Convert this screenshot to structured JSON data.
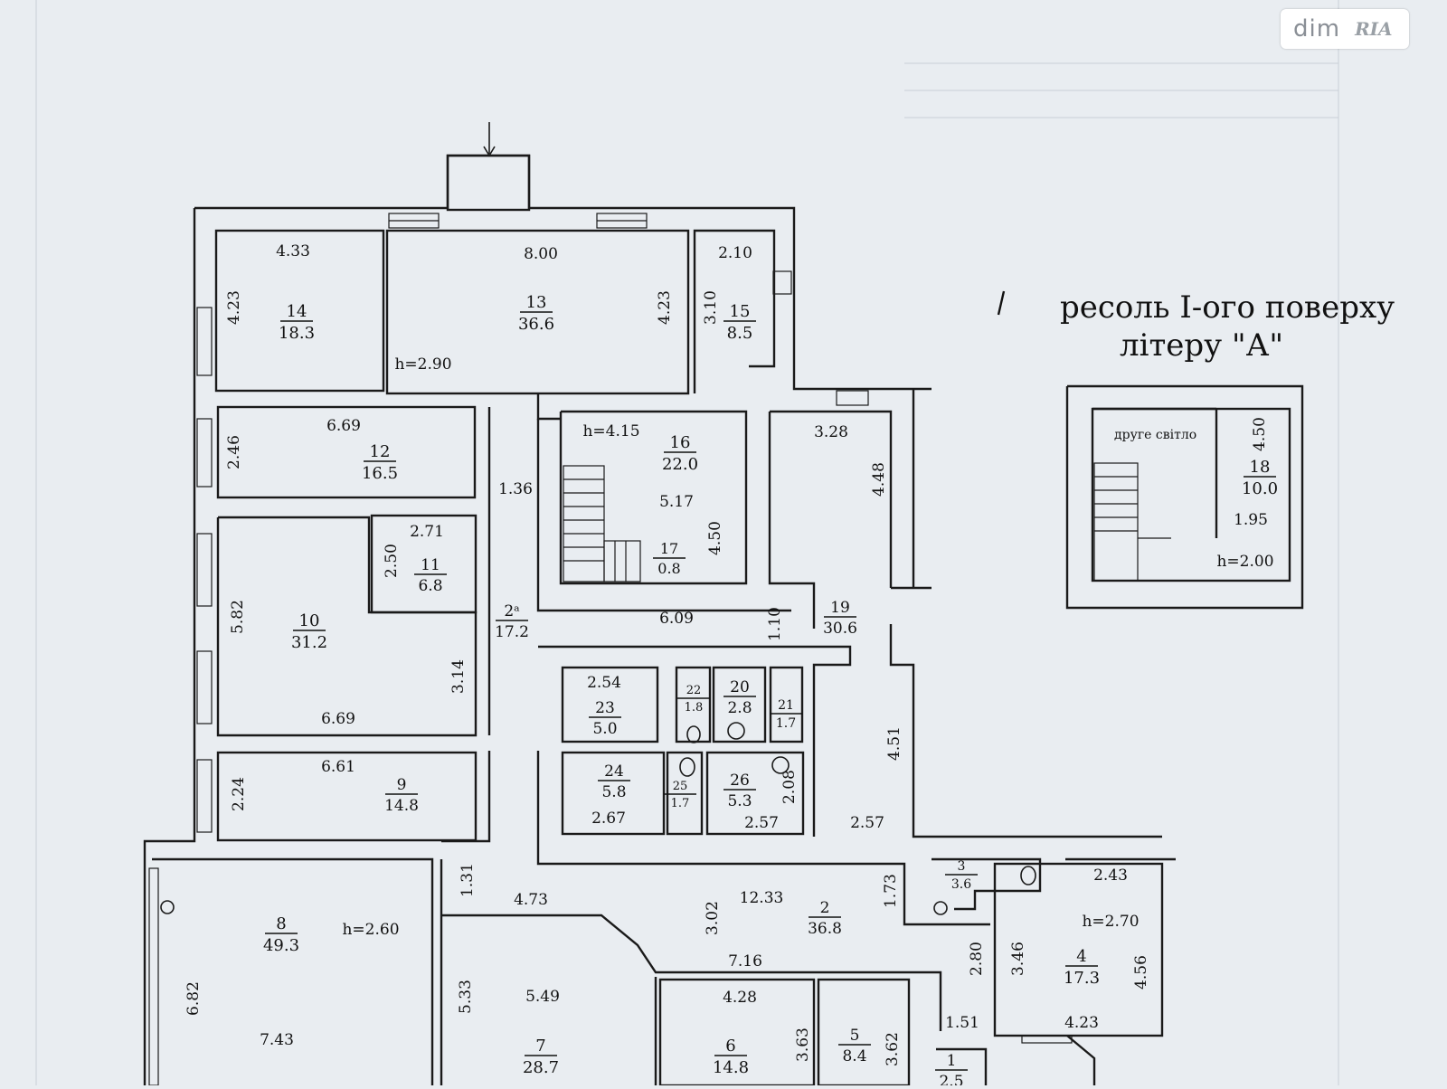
{
  "watermark": {
    "brand": "dim",
    "badge": "RIA"
  },
  "title": {
    "line1": "ресоль I-ого поверху",
    "line2": "літеру \"А\""
  },
  "inset_label": "друге світло",
  "heights": [
    "h=2.90",
    "h=4.15",
    "h=2.60",
    "h=2.70",
    "h=2.00"
  ],
  "rooms": [
    {
      "no": "14",
      "area": "18.3"
    },
    {
      "no": "13",
      "area": "36.6"
    },
    {
      "no": "15",
      "area": "8.5"
    },
    {
      "no": "12",
      "area": "16.5"
    },
    {
      "no": "16",
      "area": "22.0"
    },
    {
      "no": "17",
      "area": "0.8"
    },
    {
      "no": "11",
      "area": "6.8"
    },
    {
      "no": "10",
      "area": "31.2"
    },
    {
      "no": "2ᵃ",
      "area": "17.2"
    },
    {
      "no": "19",
      "area": "30.6"
    },
    {
      "no": "23",
      "area": "5.0"
    },
    {
      "no": "22",
      "area": "1.8"
    },
    {
      "no": "20",
      "area": "2.8"
    },
    {
      "no": "21",
      "area": "1.7"
    },
    {
      "no": "9",
      "area": "14.8"
    },
    {
      "no": "24",
      "area": "5.8"
    },
    {
      "no": "25",
      "area": "1.7"
    },
    {
      "no": "26",
      "area": "5.3"
    },
    {
      "no": "3",
      "area": "3.6"
    },
    {
      "no": "8",
      "area": "49.3"
    },
    {
      "no": "2",
      "area": "36.8"
    },
    {
      "no": "4",
      "area": "17.3"
    },
    {
      "no": "7",
      "area": "28.7"
    },
    {
      "no": "6",
      "area": "14.8"
    },
    {
      "no": "5",
      "area": "8.4"
    },
    {
      "no": "1",
      "area": "2.5"
    },
    {
      "no": "18",
      "area": "10.0"
    }
  ],
  "dimensions": [
    "4.33",
    "8.00",
    "2.10",
    "4.23",
    "4.23",
    "3.10",
    "6.69",
    "2.46",
    "1.36",
    "3.28",
    "4.48",
    "5.17",
    "4.50",
    "2.71",
    "2.50",
    "5.82",
    "6.09",
    "1.10",
    "3.14",
    "6.69",
    "2.54",
    "4.51",
    "6.61",
    "2.24",
    "2.67",
    "2.08",
    "2.57",
    "2.57",
    "1.31",
    "4.73",
    "12.33",
    "1.73",
    "3.02",
    "2.43",
    "6.82",
    "7.43",
    "5.33",
    "5.49",
    "7.16",
    "2.80",
    "3.46",
    "4.56",
    "4.28",
    "3.63",
    "3.62",
    "1.51",
    "4.23",
    "4.50",
    "1.95"
  ]
}
